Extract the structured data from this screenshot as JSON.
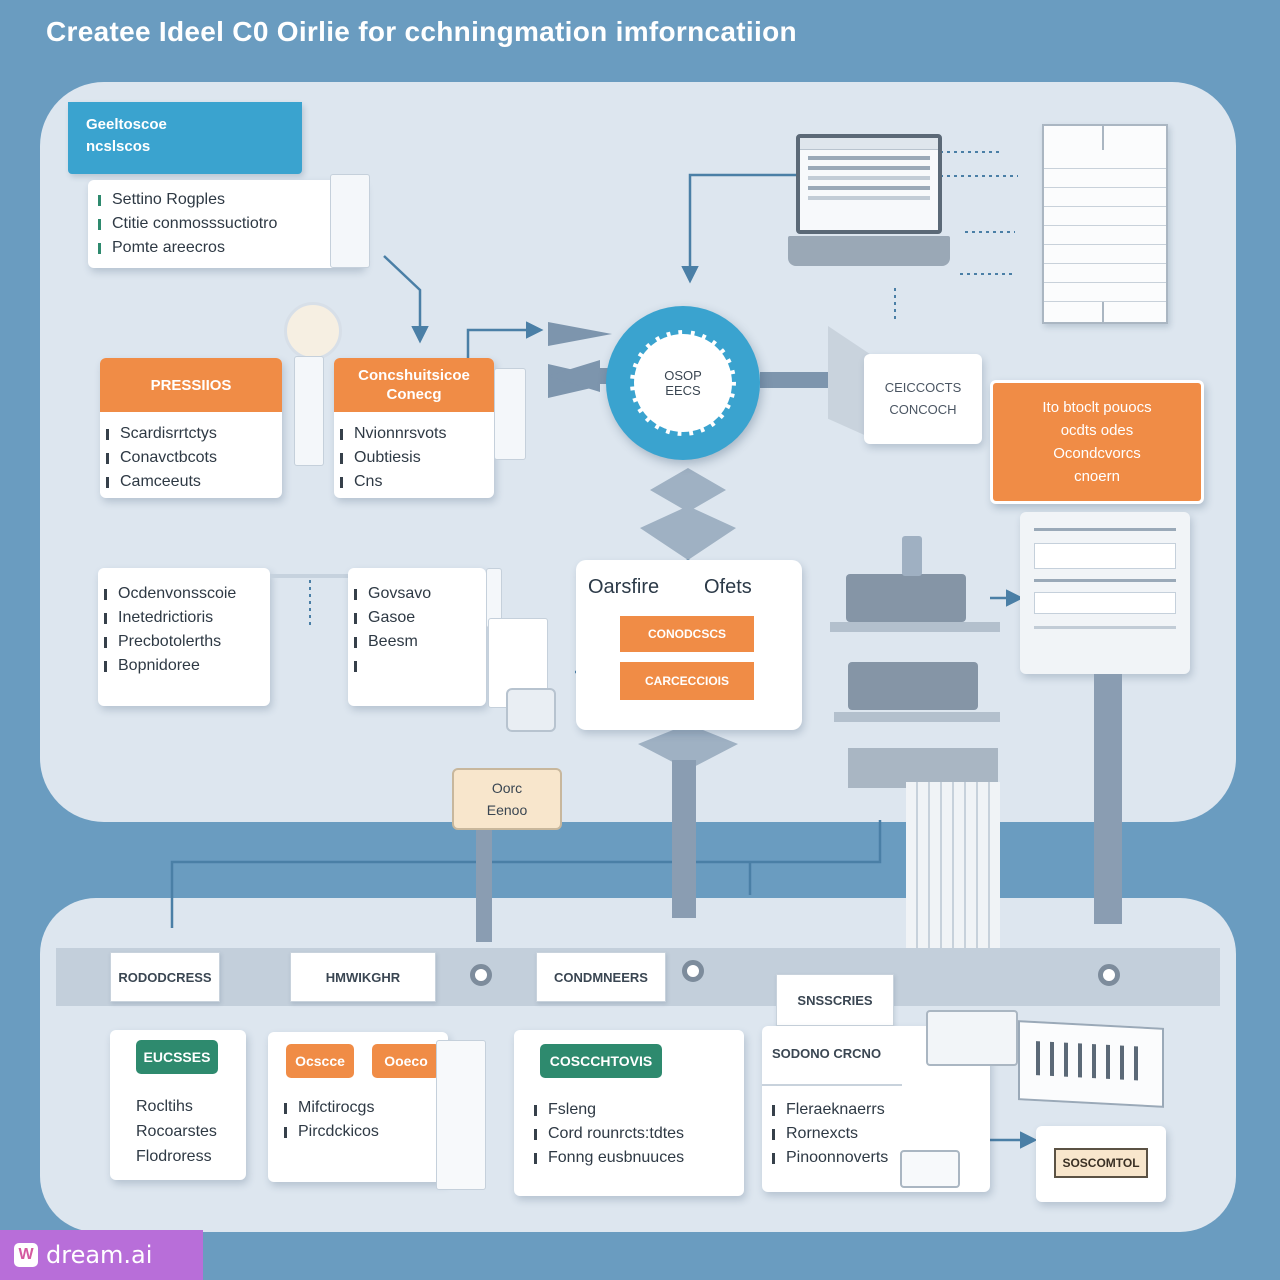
{
  "title": "Createe Ideel C0 Oirlie for cchningmation imforncatiion",
  "cards": {
    "top_left": {
      "header": [
        "Geeltoscoe",
        "ncslscos"
      ],
      "items": [
        "Settino Rogples",
        "Ctitie conmosssuctiotro",
        "Pomte areecros"
      ]
    },
    "processes": {
      "header": "PRESSIIOS",
      "items": [
        "Scardisrrtctys",
        "Conavctbcots",
        "Camceeuts"
      ]
    },
    "conc": {
      "header": [
        "Concshuitsicoe",
        "Conecg"
      ],
      "items": [
        "Nvionnrsvots",
        "Oubtiesis",
        "Cns"
      ]
    },
    "hub": [
      "OSOP",
      "EECS"
    ],
    "gateway": [
      "CEICCOCTS",
      "CONCOCH"
    ],
    "right_orange": [
      "Ito btoclt pouocs",
      "ocdts  odes",
      "Ocondcvorcs",
      "cnoern"
    ],
    "mid_left": {
      "items": [
        "Ocdenvonsscoie",
        "Inetedrictioris",
        "Precbotolerths",
        "Bopnidoree"
      ]
    },
    "mid_left2": {
      "items": [
        "Govsavo",
        "Gasoe",
        "Beesm",
        ""
      ]
    },
    "center_box": {
      "title_left": "Oarsfire",
      "title_right": "Ofets",
      "btn1": "CONODCSCS",
      "btn2": "CARCECCIOIS"
    },
    "tag": [
      "Oorc",
      "Eenoo"
    ]
  },
  "bar": {
    "labels": [
      "RODODCRESS",
      "HMWIKGHR",
      "CONDMNEERS",
      "SNSSCRIES",
      "SODONO CRCNO"
    ]
  },
  "bottom": {
    "card1": {
      "header": "EUCSSES",
      "items": [
        "Rocltihs",
        "Rocoarstes",
        "Flodroress"
      ]
    },
    "card2": {
      "header1": "Ocscce",
      "header2": "Ooeco",
      "items": [
        "",
        "Mifctirocgs",
        "Pircdckicos"
      ]
    },
    "card3": {
      "header": "COSCCHTOVIS",
      "items": [
        "Fsleng",
        "Cord rounrcts:tdtes",
        "Fonng eusbnuuces"
      ]
    },
    "card4": {
      "items": [
        "Fleraeknaerrs",
        "Rornexcts",
        "Pinoonnoverts"
      ]
    },
    "small_sign": "SOSCOMTOL"
  },
  "watermark": "dream.ai",
  "colors": {
    "background": "#6a9cc0",
    "panel": "#dde6ef",
    "orange": "#f08c46",
    "blue": "#3aa3cf",
    "green": "#2e8a6e"
  }
}
